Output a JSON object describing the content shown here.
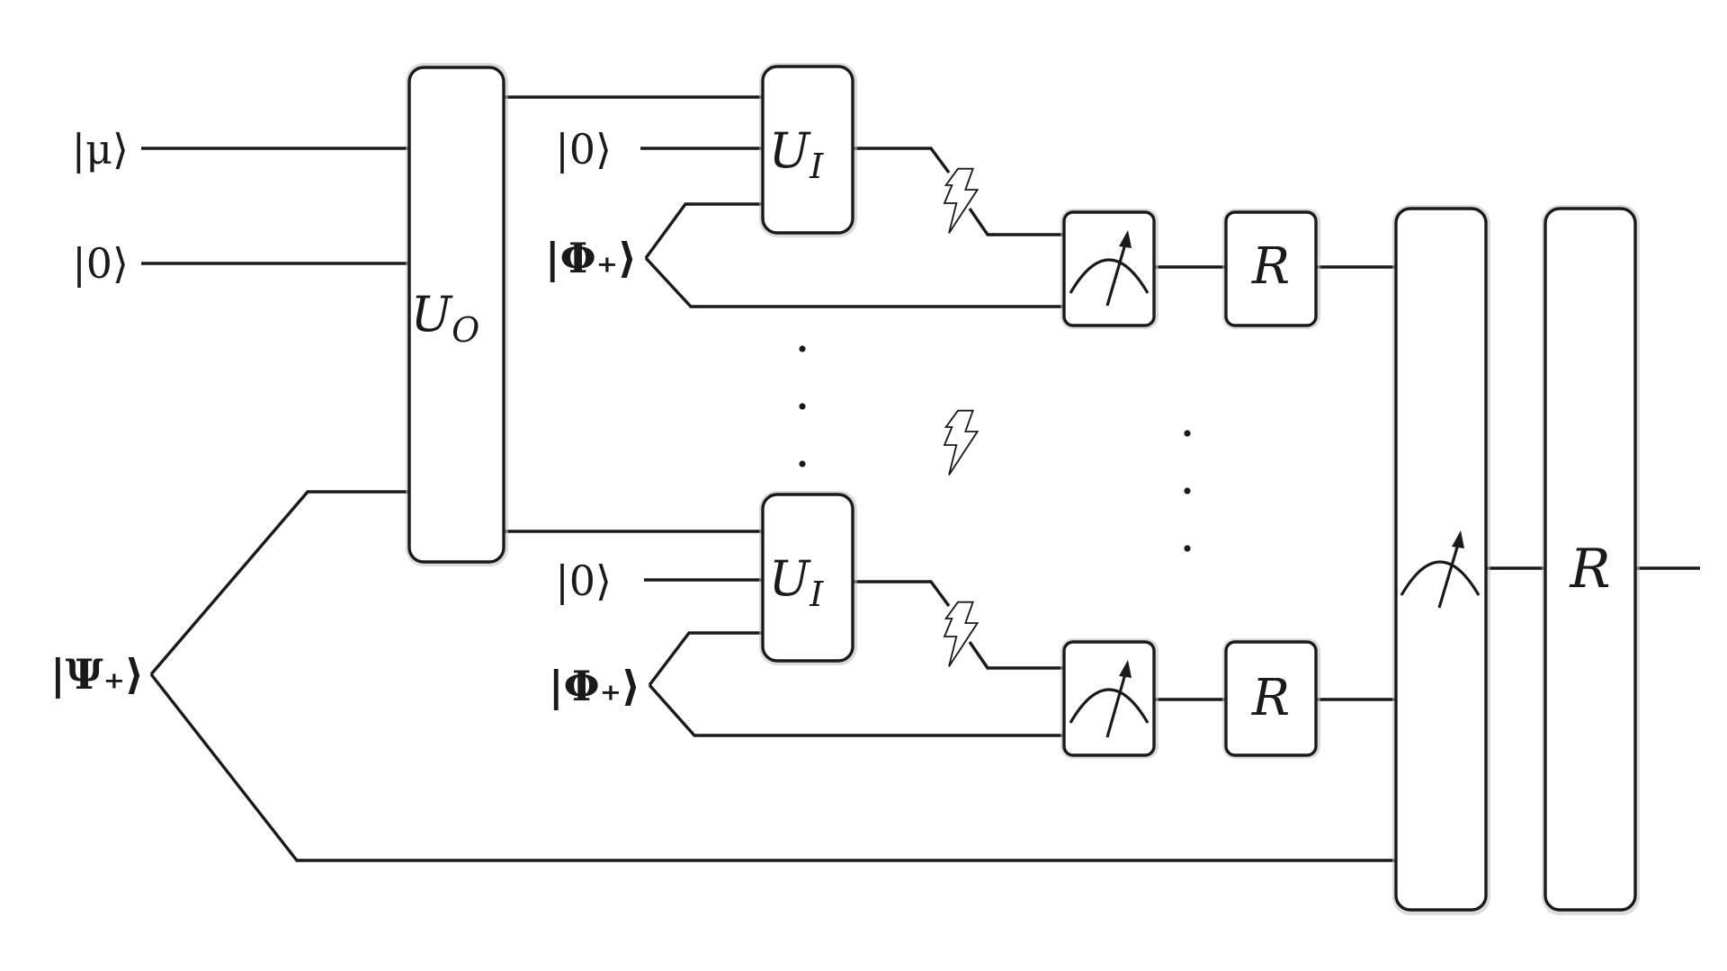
{
  "inputs": {
    "mu": "|μ⟩",
    "zero_top": "|0⟩",
    "psi_plus": "|Ψ₊⟩",
    "zero_ancilla_upper": "|0⟩",
    "phi_plus_upper": "|Φ₊⟩",
    "zero_ancilla_lower": "|0⟩",
    "phi_plus_lower": "|Φ₊⟩"
  },
  "gates": {
    "outer_unitary": {
      "base": "U",
      "sub": "O"
    },
    "inner_unitary_upper": {
      "base": "U",
      "sub": "I"
    },
    "inner_unitary_lower": {
      "base": "U",
      "sub": "I"
    },
    "recovery_upper": "R",
    "recovery_lower": "R",
    "recovery_final": "R"
  },
  "icons": {
    "noise": "lightning-bolt-icon",
    "measurement": "meter-icon"
  },
  "colors": {
    "line": "#1a1a1a",
    "gate_fill": "#ffffff",
    "background": "#ffffff"
  }
}
